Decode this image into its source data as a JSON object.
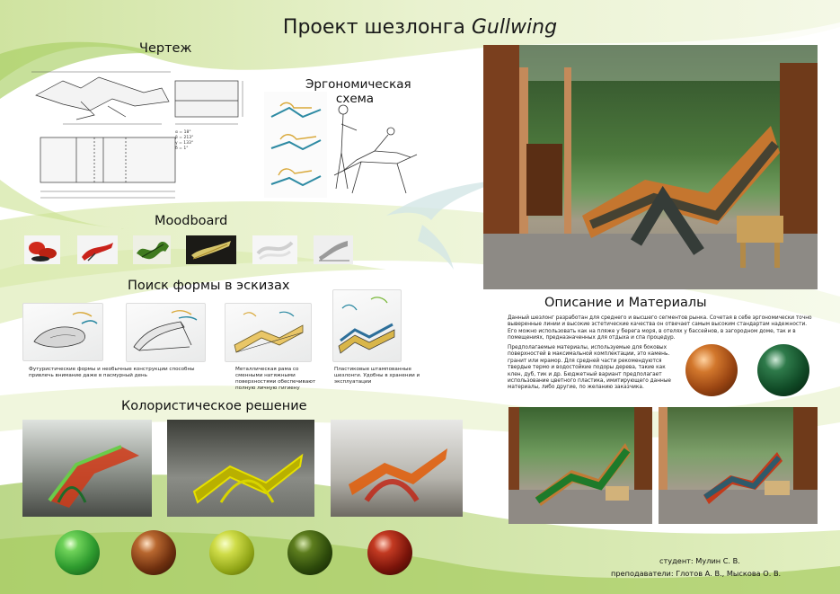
{
  "title": {
    "main": "Проект шезлонга ",
    "name": "Gullwing"
  },
  "sections": {
    "drawing": "Чертеж",
    "ergonomic_line1": "Эргономическая",
    "ergonomic_line2": "схема",
    "moodboard": "Moodboard",
    "sketches": "Поиск формы в эскизах",
    "color": "Колористическое решение",
    "description": "Описание и Материалы"
  },
  "drawing_notes": {
    "angles": [
      "α = 18°",
      "β = 213°",
      "γ = 133°",
      "δ = 1°"
    ]
  },
  "sketch_captions": [
    "Футуристические формы и необычные конструкции способны привлечь внимание даже в пасмурный день",
    "Металлическая рама со сменными натяжными поверхностями обеспечивают полную личную гигиену",
    "Пластиковые штампованные шезлонги. Удобны в хранении и эксплуатации"
  ],
  "description_text": {
    "para1": "Данный шезлонг разработан для среднего и высшего сегментов рынка. Сочетая в себе эргономически точно выверенные линии и высокие эстетические качества он отвечает самым высоким стандартам надежности.  Его можно использовать как на пляже у берега моря, в отелях у бассейнов, в загородном доме, так и в помещениях, предназначенных для отдыха и спа процедур.",
    "para2": "Предполагаемые материалы, используемые  для боковых поверхностей в максимальной комплектации, это камень. гранит или мрамор. Для средней части рекомендуются твердые термо и водостойкие подоры дерева, такие как клен, дуб, тик и др. Бюджетный вариант предполагает использование цветного пластика, имитирующего данные материалы, либо другие, по желанию заказчика."
  },
  "credits": {
    "student": "студент: Мулин С. В.",
    "teachers": "преподаватели: Глотов А. В.,  Мыскова О. В."
  },
  "colors": {
    "accent_green": "#8fbf3a",
    "sphere_colors": [
      "#3aa636",
      "#7a3a14",
      "#a6b81a",
      "#3b5a10",
      "#8a1a10"
    ]
  }
}
